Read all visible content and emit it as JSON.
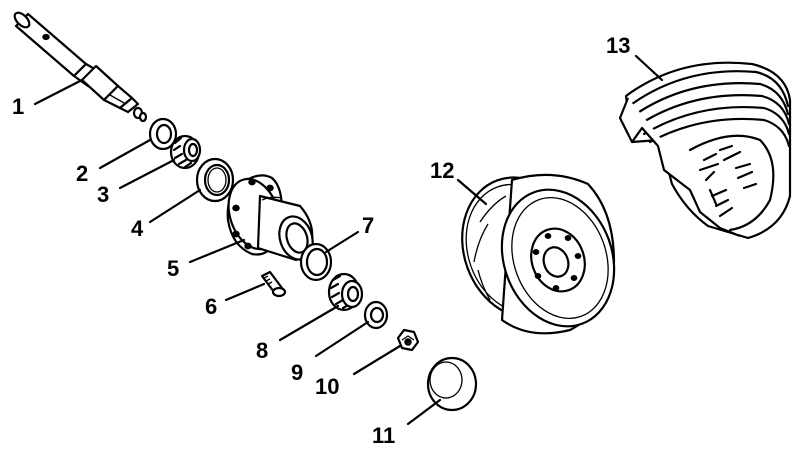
{
  "callouts": [
    {
      "id": "1",
      "label": "1"
    },
    {
      "id": "2",
      "label": "2"
    },
    {
      "id": "3",
      "label": "3"
    },
    {
      "id": "4",
      "label": "4"
    },
    {
      "id": "5",
      "label": "5"
    },
    {
      "id": "6",
      "label": "6"
    },
    {
      "id": "7",
      "label": "7"
    },
    {
      "id": "8",
      "label": "8"
    },
    {
      "id": "9",
      "label": "9"
    },
    {
      "id": "10",
      "label": "10"
    },
    {
      "id": "11",
      "label": "11"
    },
    {
      "id": "12",
      "label": "12"
    },
    {
      "id": "13",
      "label": "13"
    }
  ]
}
